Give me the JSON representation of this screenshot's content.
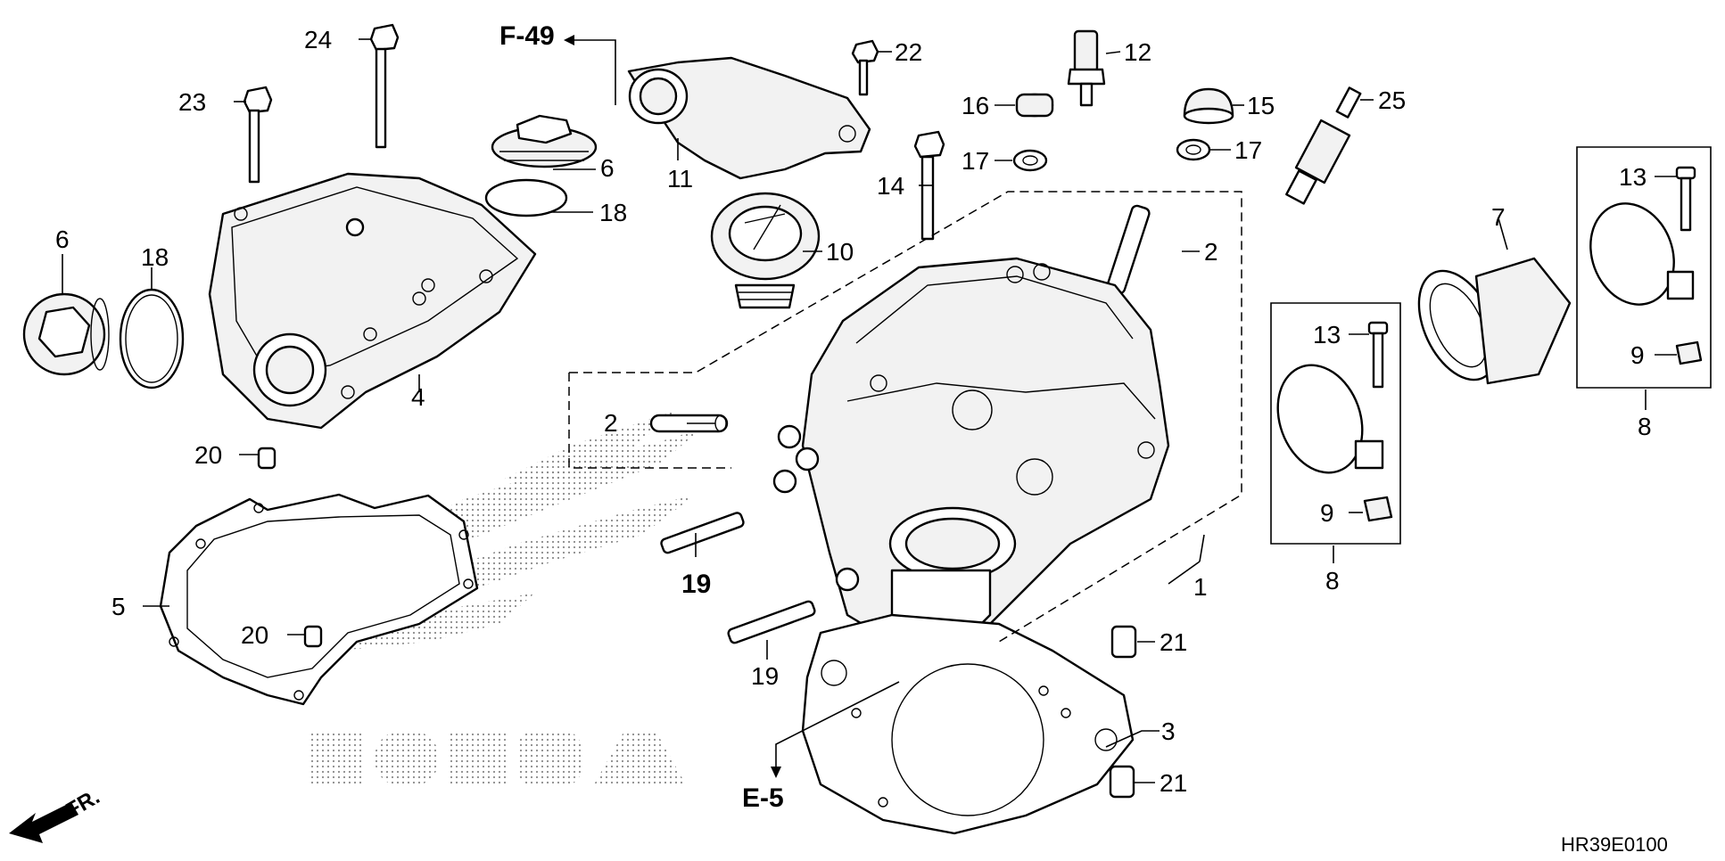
{
  "callouts": {
    "c1": "1",
    "c2a": "2",
    "c2b": "2",
    "c3": "3",
    "c4": "4",
    "c5": "5",
    "c6a": "6",
    "c6b": "6",
    "c7": "7",
    "c8a": "8",
    "c8b": "8",
    "c9a": "9",
    "c9b": "9",
    "c10": "10",
    "c11": "11",
    "c12": "12",
    "c13a": "13",
    "c13b": "13",
    "c14": "14",
    "c15": "15",
    "c16": "16",
    "c17a": "17",
    "c17b": "17",
    "c18a": "18",
    "c18b": "18",
    "c19a": "19",
    "c19b": "19",
    "c20a": "20",
    "c20b": "20",
    "c21a": "21",
    "c21b": "21",
    "c22": "22",
    "c23": "23",
    "c24": "24",
    "c25": "25"
  },
  "refs": {
    "f49": "F-49",
    "e5": "E-5"
  },
  "front_arrow": {
    "label": "FR."
  },
  "watermark": {
    "brand": "HONDA"
  },
  "diagram_code": "HR39E0100"
}
